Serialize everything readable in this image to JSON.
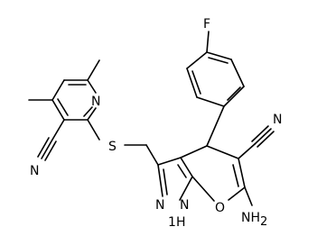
{
  "molecule": {
    "atoms": {
      "fluorine": "F",
      "sulfur": "S",
      "pyridine_n": "N",
      "nitrile_left_n": "N",
      "nitrile_right_n": "N",
      "amino": "NH",
      "amino_sub": "2",
      "ring_oxygen": "O",
      "pyrazole_n": "N",
      "pyrazole_nh_n": "N",
      "pyrazole_nh_prefix": "1",
      "pyrazole_nh_h": "H"
    },
    "colors": {
      "ink": "#000000",
      "background": "#ffffff"
    }
  }
}
